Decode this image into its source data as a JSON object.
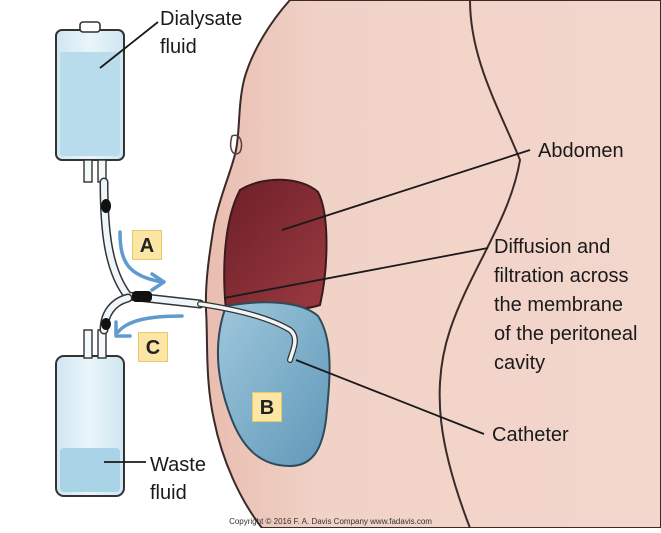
{
  "labels": {
    "dialysate_line1": "Dialysate",
    "dialysate_line2": "fluid",
    "abdomen": "Abdomen",
    "diffusion_line1": "Diffusion and",
    "diffusion_line2": "filtration across",
    "diffusion_line3": "the membrane",
    "diffusion_line4": "of the peritoneal",
    "diffusion_line5": "cavity",
    "catheter": "Catheter",
    "waste_line1": "Waste",
    "waste_line2": "fluid"
  },
  "badges": {
    "a": "A",
    "b": "B",
    "c": "C"
  },
  "copyright": "Copyright © 2016  F. A. Davis Company  www.fadavis.com",
  "colors": {
    "skin": "#f0cfc4",
    "abdomen_cavity": "#8a2f37",
    "peritoneal_fluid": "#7fb4cf",
    "bag_fluid": "#c4e3f0",
    "arrow": "#5f9bd0",
    "badge": "#fbe6a6"
  }
}
